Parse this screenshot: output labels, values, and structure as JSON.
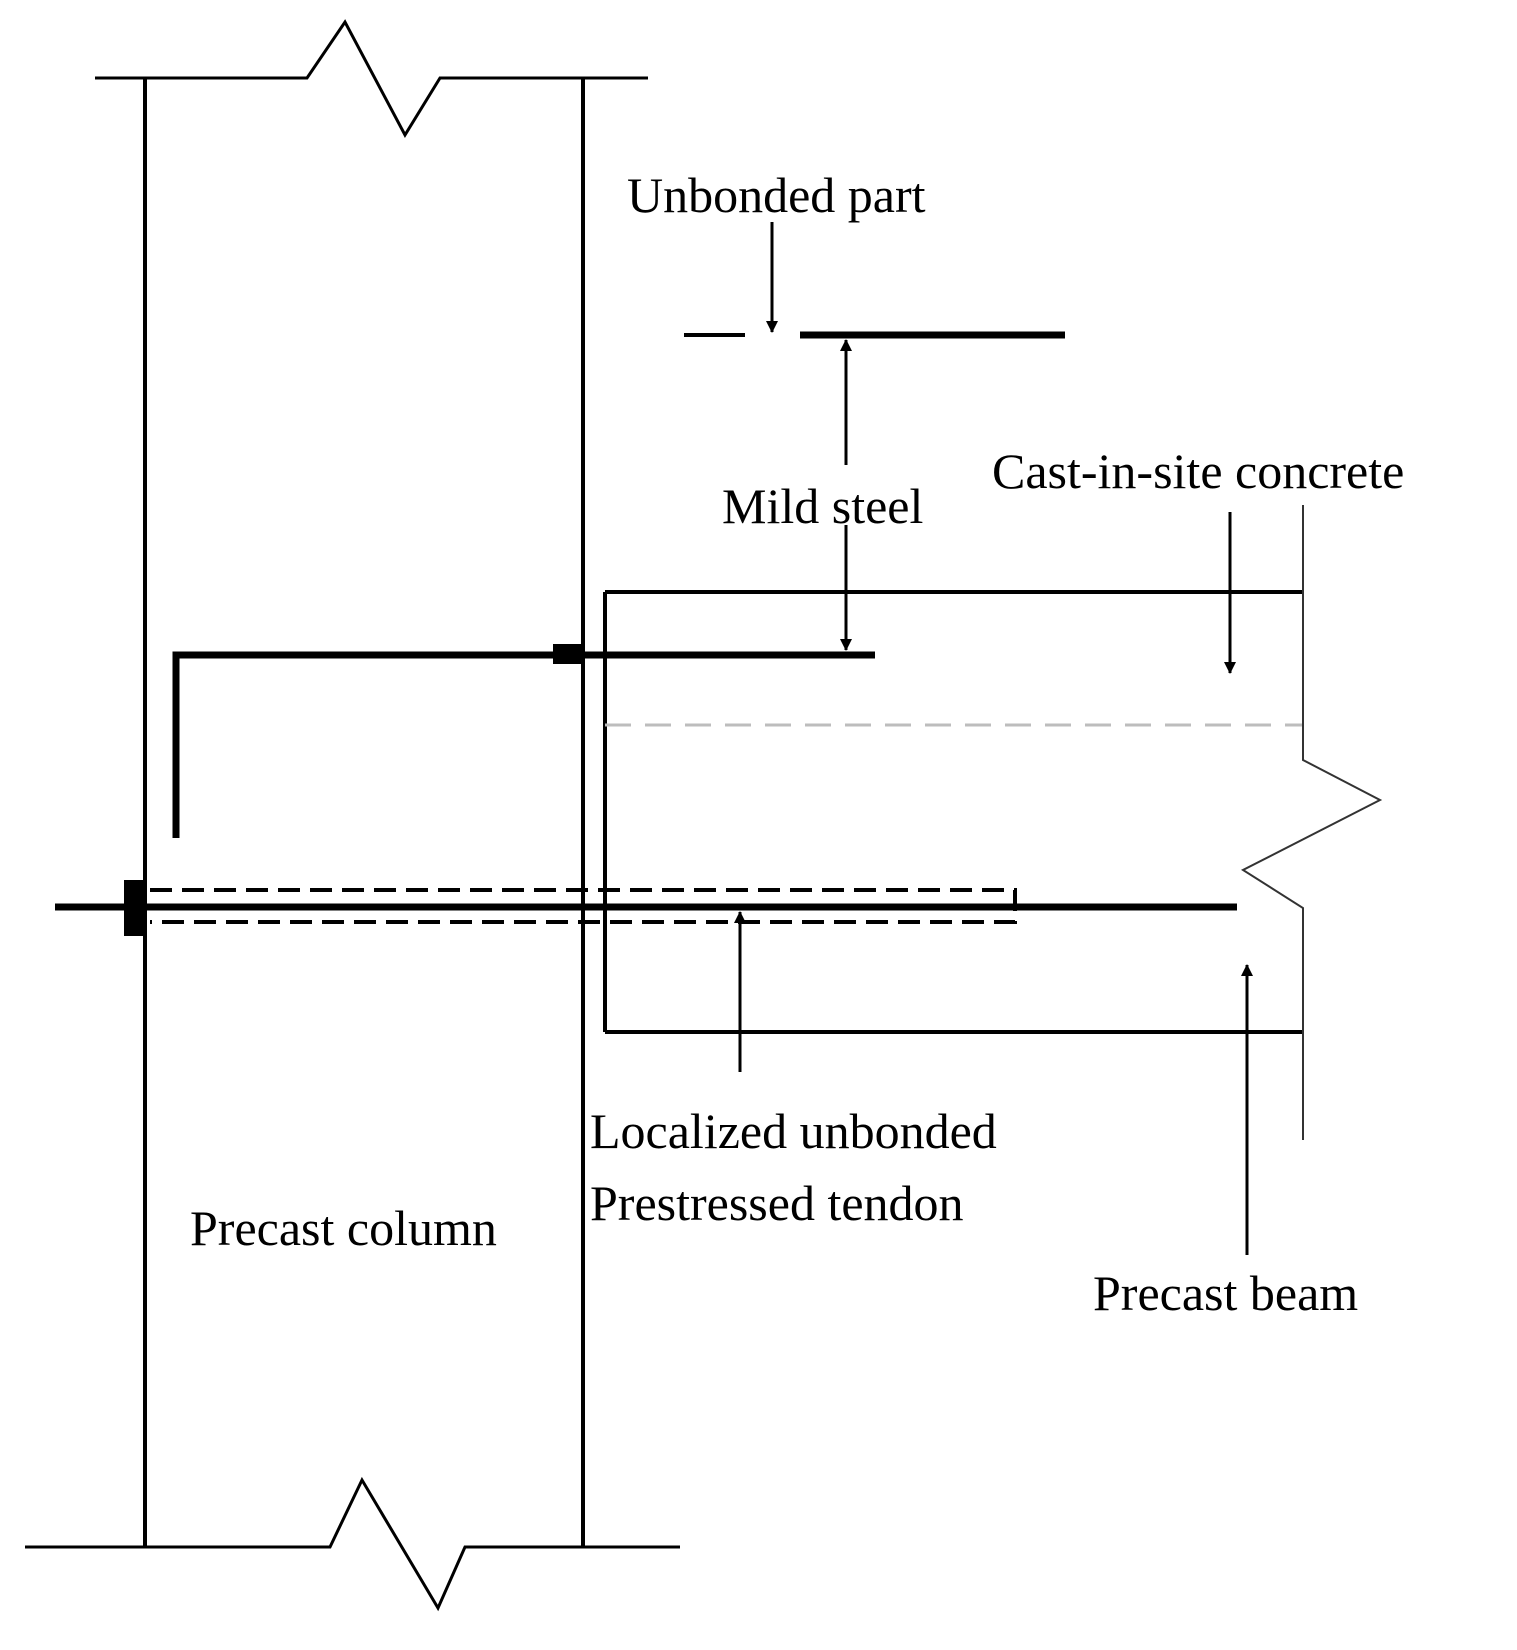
{
  "labels": {
    "unbonded_part": "Unbonded part",
    "mild_steel": "Mild steel",
    "cast_in_site": "Cast-in-site concrete",
    "localized_line1": "Localized unbonded",
    "localized_line2": "Prestressed tendon",
    "precast_column": "Precast column",
    "precast_beam": "Precast beam"
  },
  "colors": {
    "line": "#000000",
    "boundary_dashed": "#bdbdbd",
    "background": "#ffffff"
  }
}
